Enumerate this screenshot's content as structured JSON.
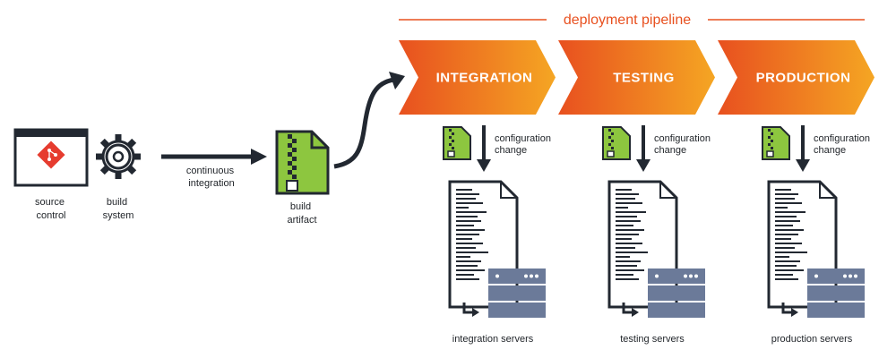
{
  "pipeline_title": "deployment pipeline",
  "colors": {
    "accent": "#e8501f",
    "accent_light": "#f5a623",
    "dark": "#222831",
    "git_red": "#e63c2f",
    "artifact_green": "#8dc63f",
    "server_blue": "#6b7a99"
  },
  "left": {
    "source_control": [
      "source",
      "control"
    ],
    "build_system": [
      "build",
      "system"
    ],
    "continuous_integration": [
      "continuous",
      "integration"
    ],
    "build_artifact": [
      "build",
      "artifact"
    ]
  },
  "stages": [
    {
      "title": "INTEGRATION",
      "config_label": [
        "configuration",
        "change"
      ],
      "servers_label": "integration servers"
    },
    {
      "title": "TESTING",
      "config_label": [
        "configuration",
        "change"
      ],
      "servers_label": "testing servers"
    },
    {
      "title": "PRODUCTION",
      "config_label": [
        "configuration",
        "change"
      ],
      "servers_label": "production servers"
    }
  ],
  "icons": {
    "source_control": "git-icon",
    "build_system": "gear-icon",
    "artifact": "zip-file-icon",
    "config": "zip-file-icon",
    "document": "document-icon",
    "server": "server-icon"
  }
}
